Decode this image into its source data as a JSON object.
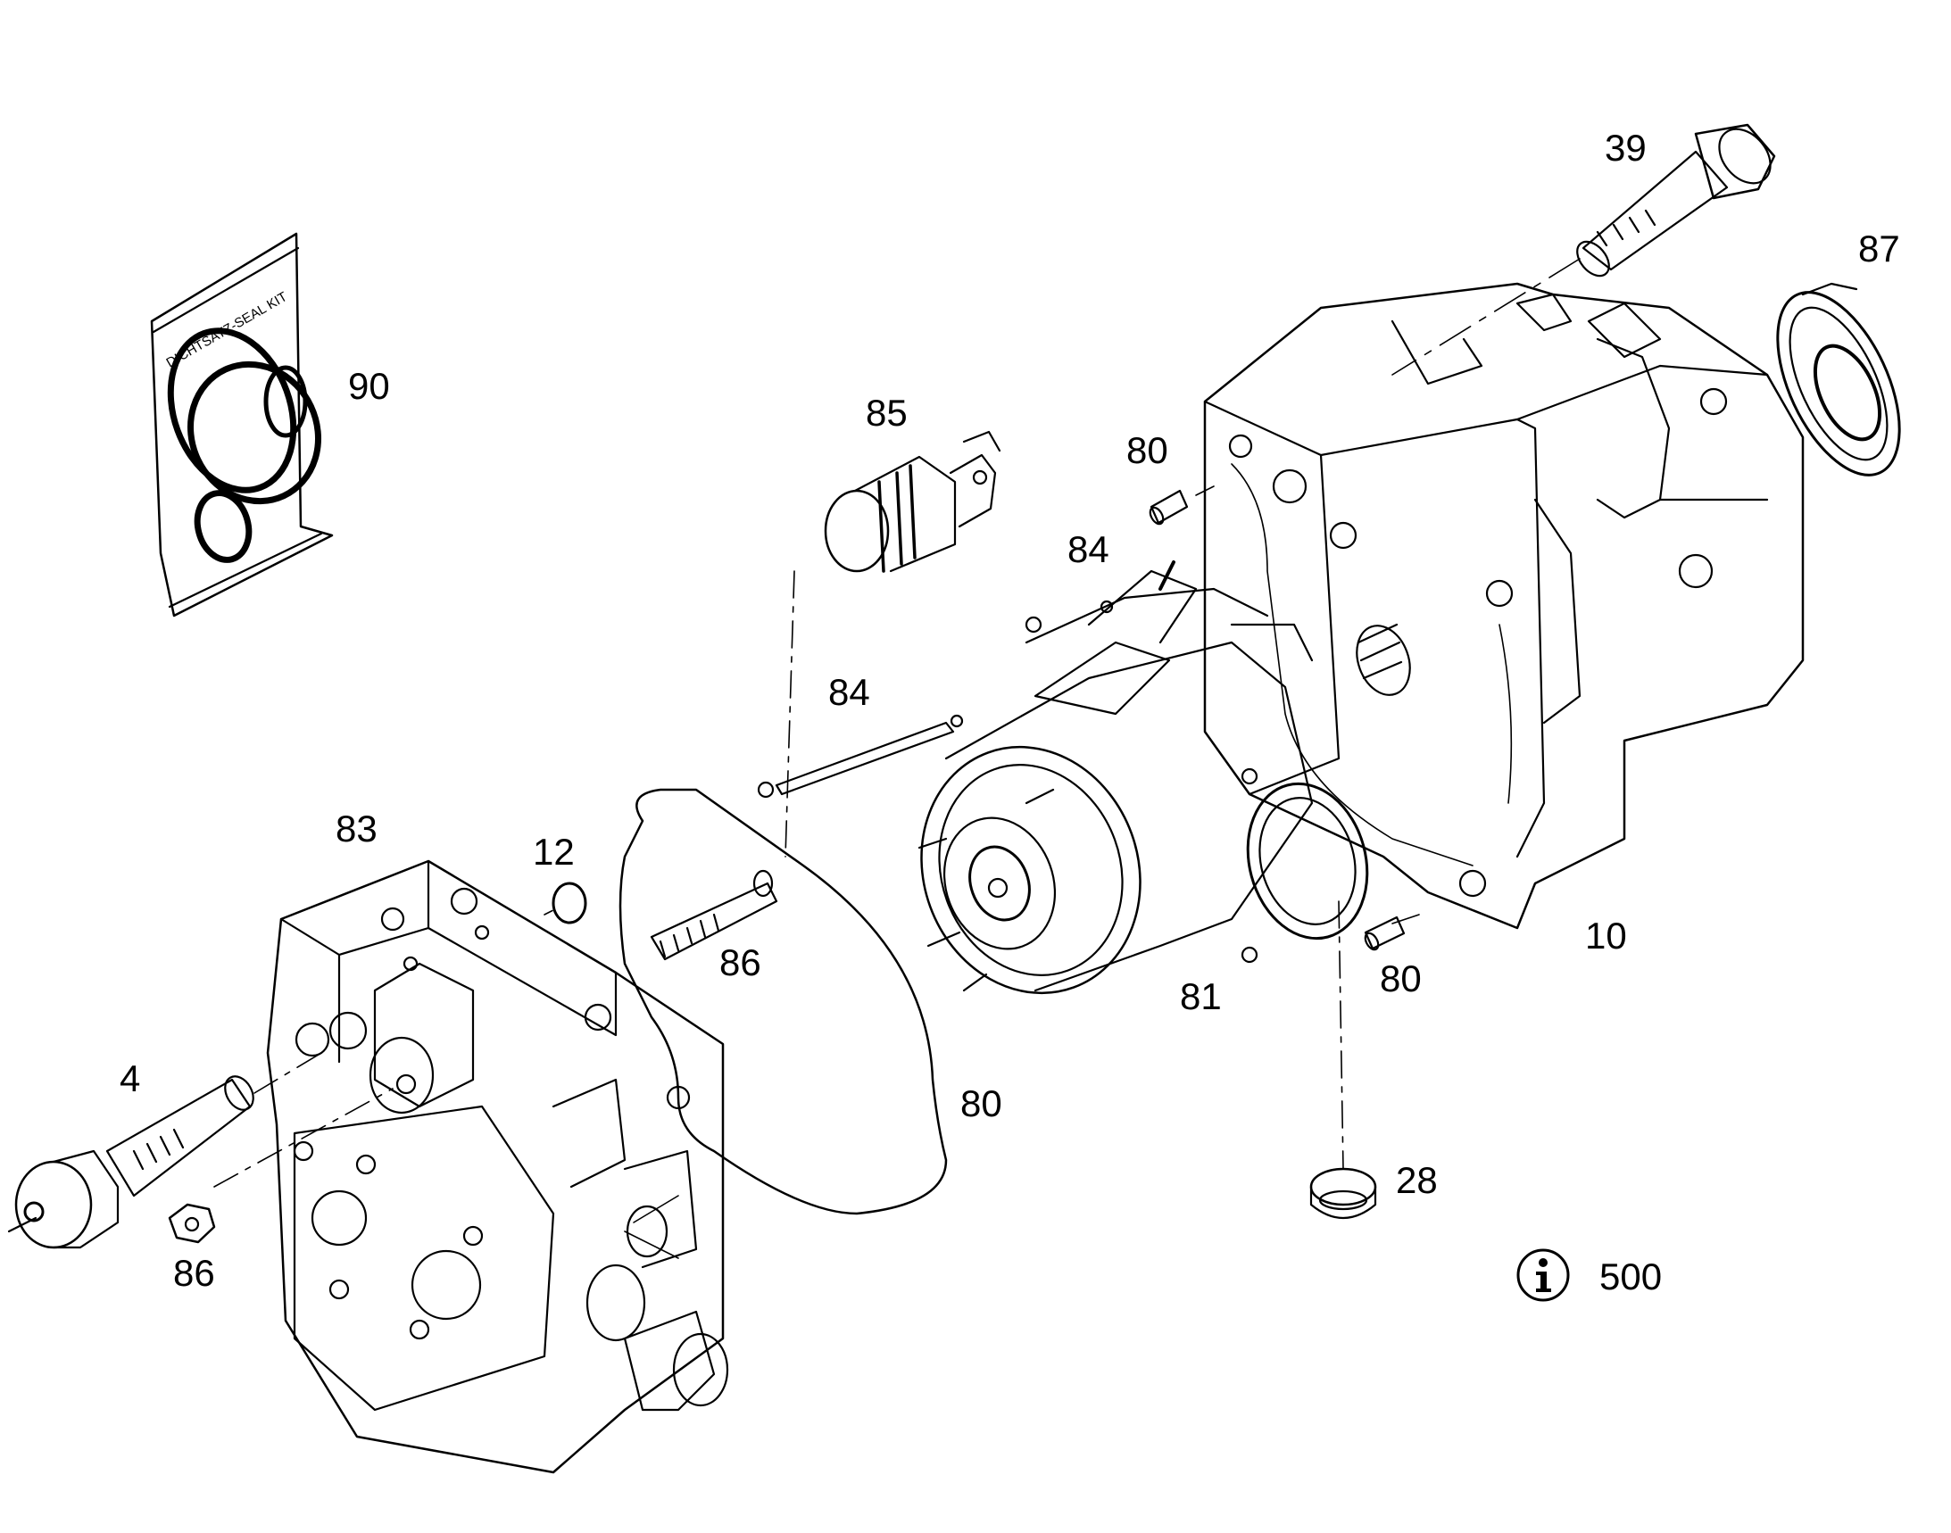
{
  "diagram": {
    "seal_kit_label": "DICHTSATZ-SEAL KIT",
    "callouts": {
      "c39": "39",
      "c87": "87",
      "c90": "90",
      "c85": "85",
      "c80a": "80",
      "c84a": "84",
      "c84b": "84",
      "c83": "83",
      "c12": "12",
      "c86a": "86",
      "c10": "10",
      "c81": "81",
      "c80b": "80",
      "c4": "4",
      "c80c": "80",
      "c28": "28",
      "c86b": "86"
    },
    "info_reference": "500",
    "info_icon": "info-circle-icon"
  }
}
